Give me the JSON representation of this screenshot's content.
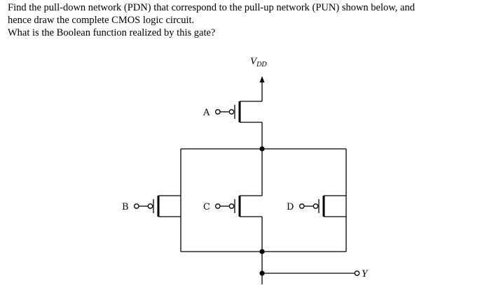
{
  "question": {
    "line1": "Find the pull-down network (PDN) that correspond to the pull-up network (PUN) shown below, and",
    "line2": "hence draw the complete CMOS logic circuit.",
    "line3": "What is the Boolean function realized by this gate?"
  },
  "circuit": {
    "supply": {
      "main": "V",
      "sub": "DD"
    },
    "inputs": {
      "a": "A",
      "b": "B",
      "c": "C",
      "d": "D"
    },
    "output": "Y"
  }
}
